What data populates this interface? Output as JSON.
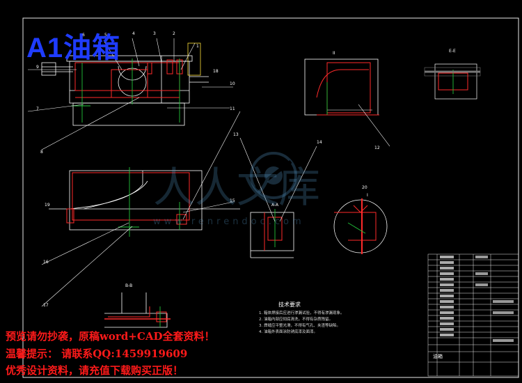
{
  "title": "A1油箱",
  "watermark": {
    "brand": "人人文库",
    "url": "www.renrendoc.com",
    "lines": [
      "预览请勿抄袭，原稿word+CAD全套资料！",
      "温馨提示：  请联系QQ:1459919609",
      "优秀设计资料，请充值下载购买正版！"
    ]
  },
  "views": {
    "top_right_a": "E-E",
    "top_right_b": "II",
    "middle_right": "I",
    "middle": "A-A",
    "bottom": "B-B"
  },
  "callouts": [
    "6",
    "5",
    "4",
    "3",
    "2",
    "1",
    "9",
    "7",
    "8",
    "10",
    "11",
    "12",
    "13",
    "14",
    "15",
    "16",
    "17",
    "18",
    "19",
    "20"
  ],
  "technical_requirements": {
    "heading": "技术要求",
    "items": [
      "1. 箱体焊接后应进行渗漏试验，不得有渗漏现象。",
      "2. 油箱内部应彻底清洗，不得有杂质残留。",
      "3. 焊缝应平整光滑，不得有气孔、夹渣等缺陷。",
      "4. 油箱外表面涂防锈底漆及面漆。"
    ]
  },
  "bom_title": "油箱"
}
